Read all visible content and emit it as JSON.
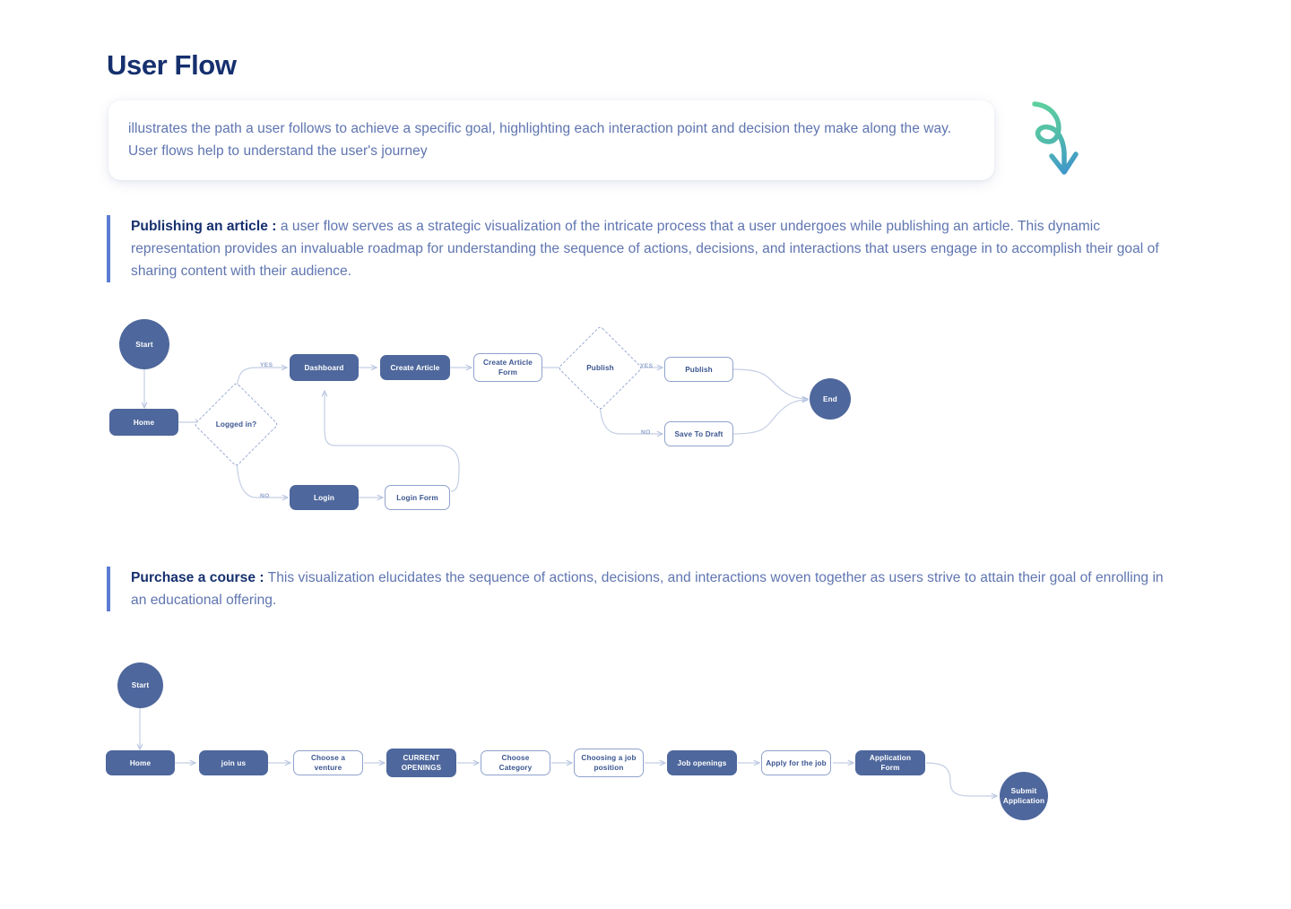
{
  "header": {
    "title": "User Flow"
  },
  "intro": {
    "text": "illustrates the path a user follows to achieve a specific goal, highlighting each interaction point and decision they make along the way. User flows help to understand the user's journey",
    "decoration_icon": "curly-arrow-icon",
    "decoration_color_start": "#5fd39a",
    "decoration_color_end": "#3d8fd1"
  },
  "sections": [
    {
      "id": "publishing",
      "heading": "Publishing an article :",
      "body": " a user flow serves as a strategic visualization of the intricate process that a user undergoes while publishing an article. This dynamic representation provides an invaluable roadmap for understanding the sequence of actions, decisions, and interactions that users engage in to accomplish their goal of sharing content with their audience."
    },
    {
      "id": "purchase",
      "heading": "Purchase a course :",
      "body": " This visualization elucidates the sequence of actions, decisions, and interactions woven together as users strive to attain their goal of enrolling in an educational offering."
    }
  ],
  "colors": {
    "title": "#16306e",
    "body_text": "#5f75b0",
    "accent_bar": "#5b7cd4",
    "node_fill": "#4e679c",
    "node_outline_border": "#8fa2cc",
    "node_outline_text": "#3a5590",
    "connector": "#c3cee4"
  },
  "flow_article": {
    "name": "publishing-an-article-flow",
    "nodes": [
      {
        "id": "start",
        "label": "Start",
        "shape": "circle",
        "style": "filled"
      },
      {
        "id": "home",
        "label": "Home",
        "shape": "box",
        "style": "filled"
      },
      {
        "id": "logged-in",
        "label": "Logged in?",
        "shape": "diamond",
        "style": "dashed"
      },
      {
        "id": "dashboard",
        "label": "Dashboard",
        "shape": "box",
        "style": "filled"
      },
      {
        "id": "create-article",
        "label": "Create Article",
        "shape": "box",
        "style": "filled"
      },
      {
        "id": "create-form",
        "label": "Create Article Form",
        "shape": "box",
        "style": "outline"
      },
      {
        "id": "publish-q",
        "label": "Publish",
        "shape": "diamond",
        "style": "dashed"
      },
      {
        "id": "publish",
        "label": "Publish",
        "shape": "box",
        "style": "outline"
      },
      {
        "id": "save-draft",
        "label": "Save To Draft",
        "shape": "box",
        "style": "outline"
      },
      {
        "id": "end",
        "label": "End",
        "shape": "circle",
        "style": "filled"
      },
      {
        "id": "login",
        "label": "Login",
        "shape": "box",
        "style": "filled"
      },
      {
        "id": "login-form",
        "label": "Login Form",
        "shape": "box",
        "style": "outline"
      }
    ],
    "edge_labels": [
      {
        "id": "yes-logged-in",
        "label": "YES"
      },
      {
        "id": "no-logged-in",
        "label": "NO"
      },
      {
        "id": "yes-publish",
        "label": "YES"
      },
      {
        "id": "no-publish",
        "label": "NO"
      }
    ]
  },
  "flow_course": {
    "name": "purchase-a-course-flow",
    "nodes": [
      {
        "id": "start2",
        "label": "Start",
        "shape": "circle",
        "style": "filled"
      },
      {
        "id": "home2",
        "label": "Home",
        "shape": "box",
        "style": "filled"
      },
      {
        "id": "join-us",
        "label": "join us",
        "shape": "box",
        "style": "filled"
      },
      {
        "id": "choose-venture",
        "label": "Choose a venture",
        "shape": "box",
        "style": "outline"
      },
      {
        "id": "current-openings",
        "label": "CURRENT OPENINGS",
        "shape": "box",
        "style": "filled"
      },
      {
        "id": "choose-category",
        "label": "Choose Category",
        "shape": "box",
        "style": "outline"
      },
      {
        "id": "choosing-job",
        "label": "Choosing a job position",
        "shape": "box",
        "style": "outline"
      },
      {
        "id": "job-openings",
        "label": "Job openings",
        "shape": "box",
        "style": "filled"
      },
      {
        "id": "apply-job",
        "label": "Apply for the job",
        "shape": "box",
        "style": "outline"
      },
      {
        "id": "application-form",
        "label": "Application Form",
        "shape": "box",
        "style": "filled"
      },
      {
        "id": "submit-application",
        "label": "Submit Application",
        "shape": "circle",
        "style": "filled"
      }
    ]
  }
}
